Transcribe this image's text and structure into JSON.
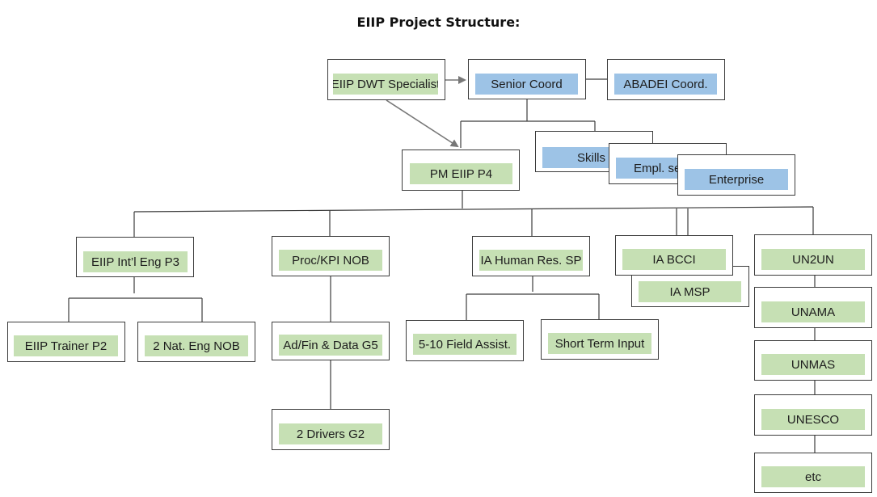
{
  "title": "EIIP Project Structure:",
  "colors": {
    "green_highlight": "#c6e0b4",
    "blue_highlight": "#9dc3e6",
    "line": "#3c3c3c",
    "arrow": "#777777"
  },
  "nodes": {
    "dwt_specialist": "EIIP DWT Specialist",
    "senior_coord": "Senior Coord",
    "abadei_coord": "ABADEI Coord.",
    "pm": "PM EIIP P4",
    "skills": "Skills",
    "empl_services": "Empl. se",
    "enterprise": "Enterprise",
    "intl_eng": "EIIP Int’l Eng P3",
    "proc_kpi": "Proc/KPI NOB",
    "ia_human_res": "IA Human Res.  SP",
    "ia_bcci": "IA BCCI",
    "ia_msp": "IA MSP",
    "un2un": "UN2UN",
    "unama": "UNAMA",
    "unmas": "UNMAS",
    "unesco": "UNESCO",
    "etc": "etc",
    "trainer": "EIIP Trainer P2",
    "nat_eng": "2 Nat. Eng NOB",
    "adfin": "Ad/Fin & Data G5",
    "drivers": "2 Drivers G2",
    "field_assist": "5-10 Field Assist.",
    "short_term": "Short Term Input"
  }
}
